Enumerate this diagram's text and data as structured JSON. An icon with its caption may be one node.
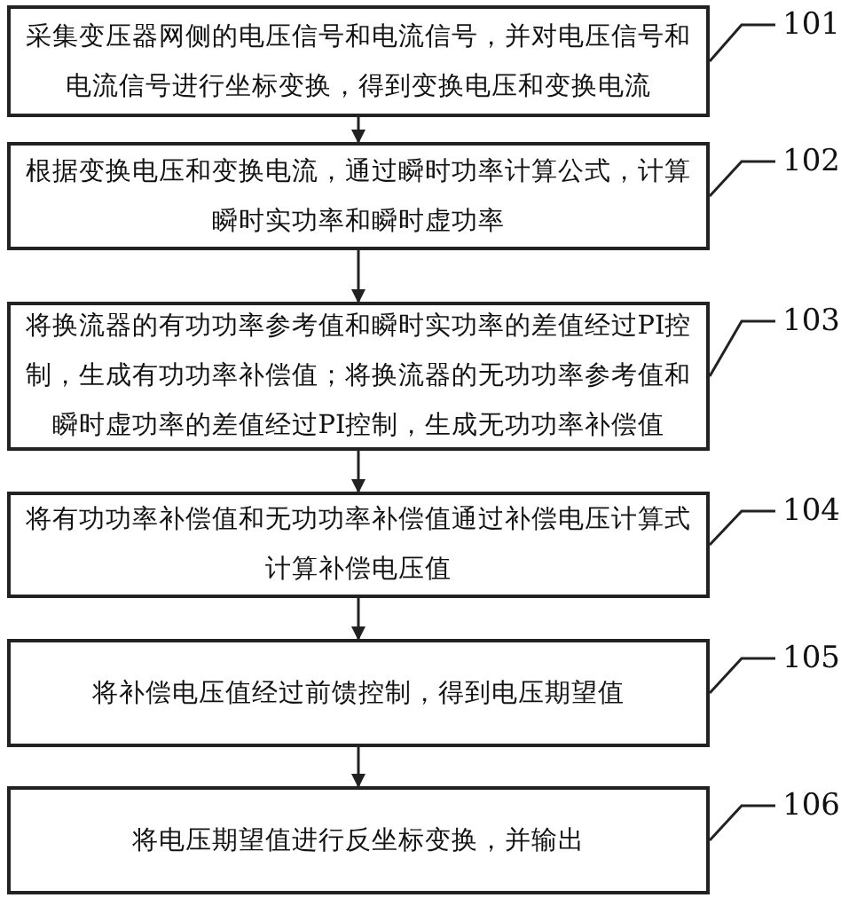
{
  "diagram": {
    "nodes": [
      {
        "text": [
          "采集变压器网侧的电压信号和电流信号，并对电压信号和电流信号进行坐标变换，得到变换电压和变换电流"
        ]
      },
      {
        "text": [
          "根据变换电压和变换电流，通过瞬时功率计算公式，计算瞬时实功率和瞬时虚功率"
        ]
      },
      {
        "text": [
          "将换流器的有功功率参考值和瞬时实功率的差值经过PI控制，生成有功功率补偿值；将换流器的无功功率参考值和瞬时虚功率的差值经过PI控制，生成无功功率补偿值"
        ]
      },
      {
        "text": [
          "将有功功率补偿值和无功功率补偿值通过补偿电压计算式计算补偿电压值"
        ]
      },
      {
        "text": [
          "将补偿电压值经过前馈控制，得到电压期望值"
        ]
      },
      {
        "text": [
          "将电压期望值进行反坐标变换，并输出"
        ]
      },
      {
        "text": [
          "101"
        ]
      },
      {
        "text": [
          "102"
        ]
      },
      {
        "text": [
          "103"
        ]
      },
      {
        "text": [
          "104"
        ]
      },
      {
        "text": [
          "105"
        ]
      },
      {
        "text": [
          "106"
        ]
      }
    ],
    "edges": [
      {
        "from": 0,
        "to": 1,
        "arrow": "to"
      },
      {
        "from": 1,
        "to": 2,
        "arrow": "to"
      },
      {
        "from": 2,
        "to": 3,
        "arrow": "to"
      },
      {
        "from": 3,
        "to": 4,
        "arrow": "to"
      },
      {
        "from": 4,
        "to": 5,
        "arrow": "to"
      },
      {
        "from": 6,
        "to": 0,
        "arrow": "none"
      },
      {
        "from": 7,
        "to": 1,
        "arrow": "none"
      },
      {
        "from": 8,
        "to": 2,
        "arrow": "none"
      },
      {
        "from": 9,
        "to": 3,
        "arrow": "none"
      },
      {
        "from": 10,
        "to": 4,
        "arrow": "none"
      },
      {
        "from": 11,
        "to": 5,
        "arrow": "none"
      }
    ]
  }
}
